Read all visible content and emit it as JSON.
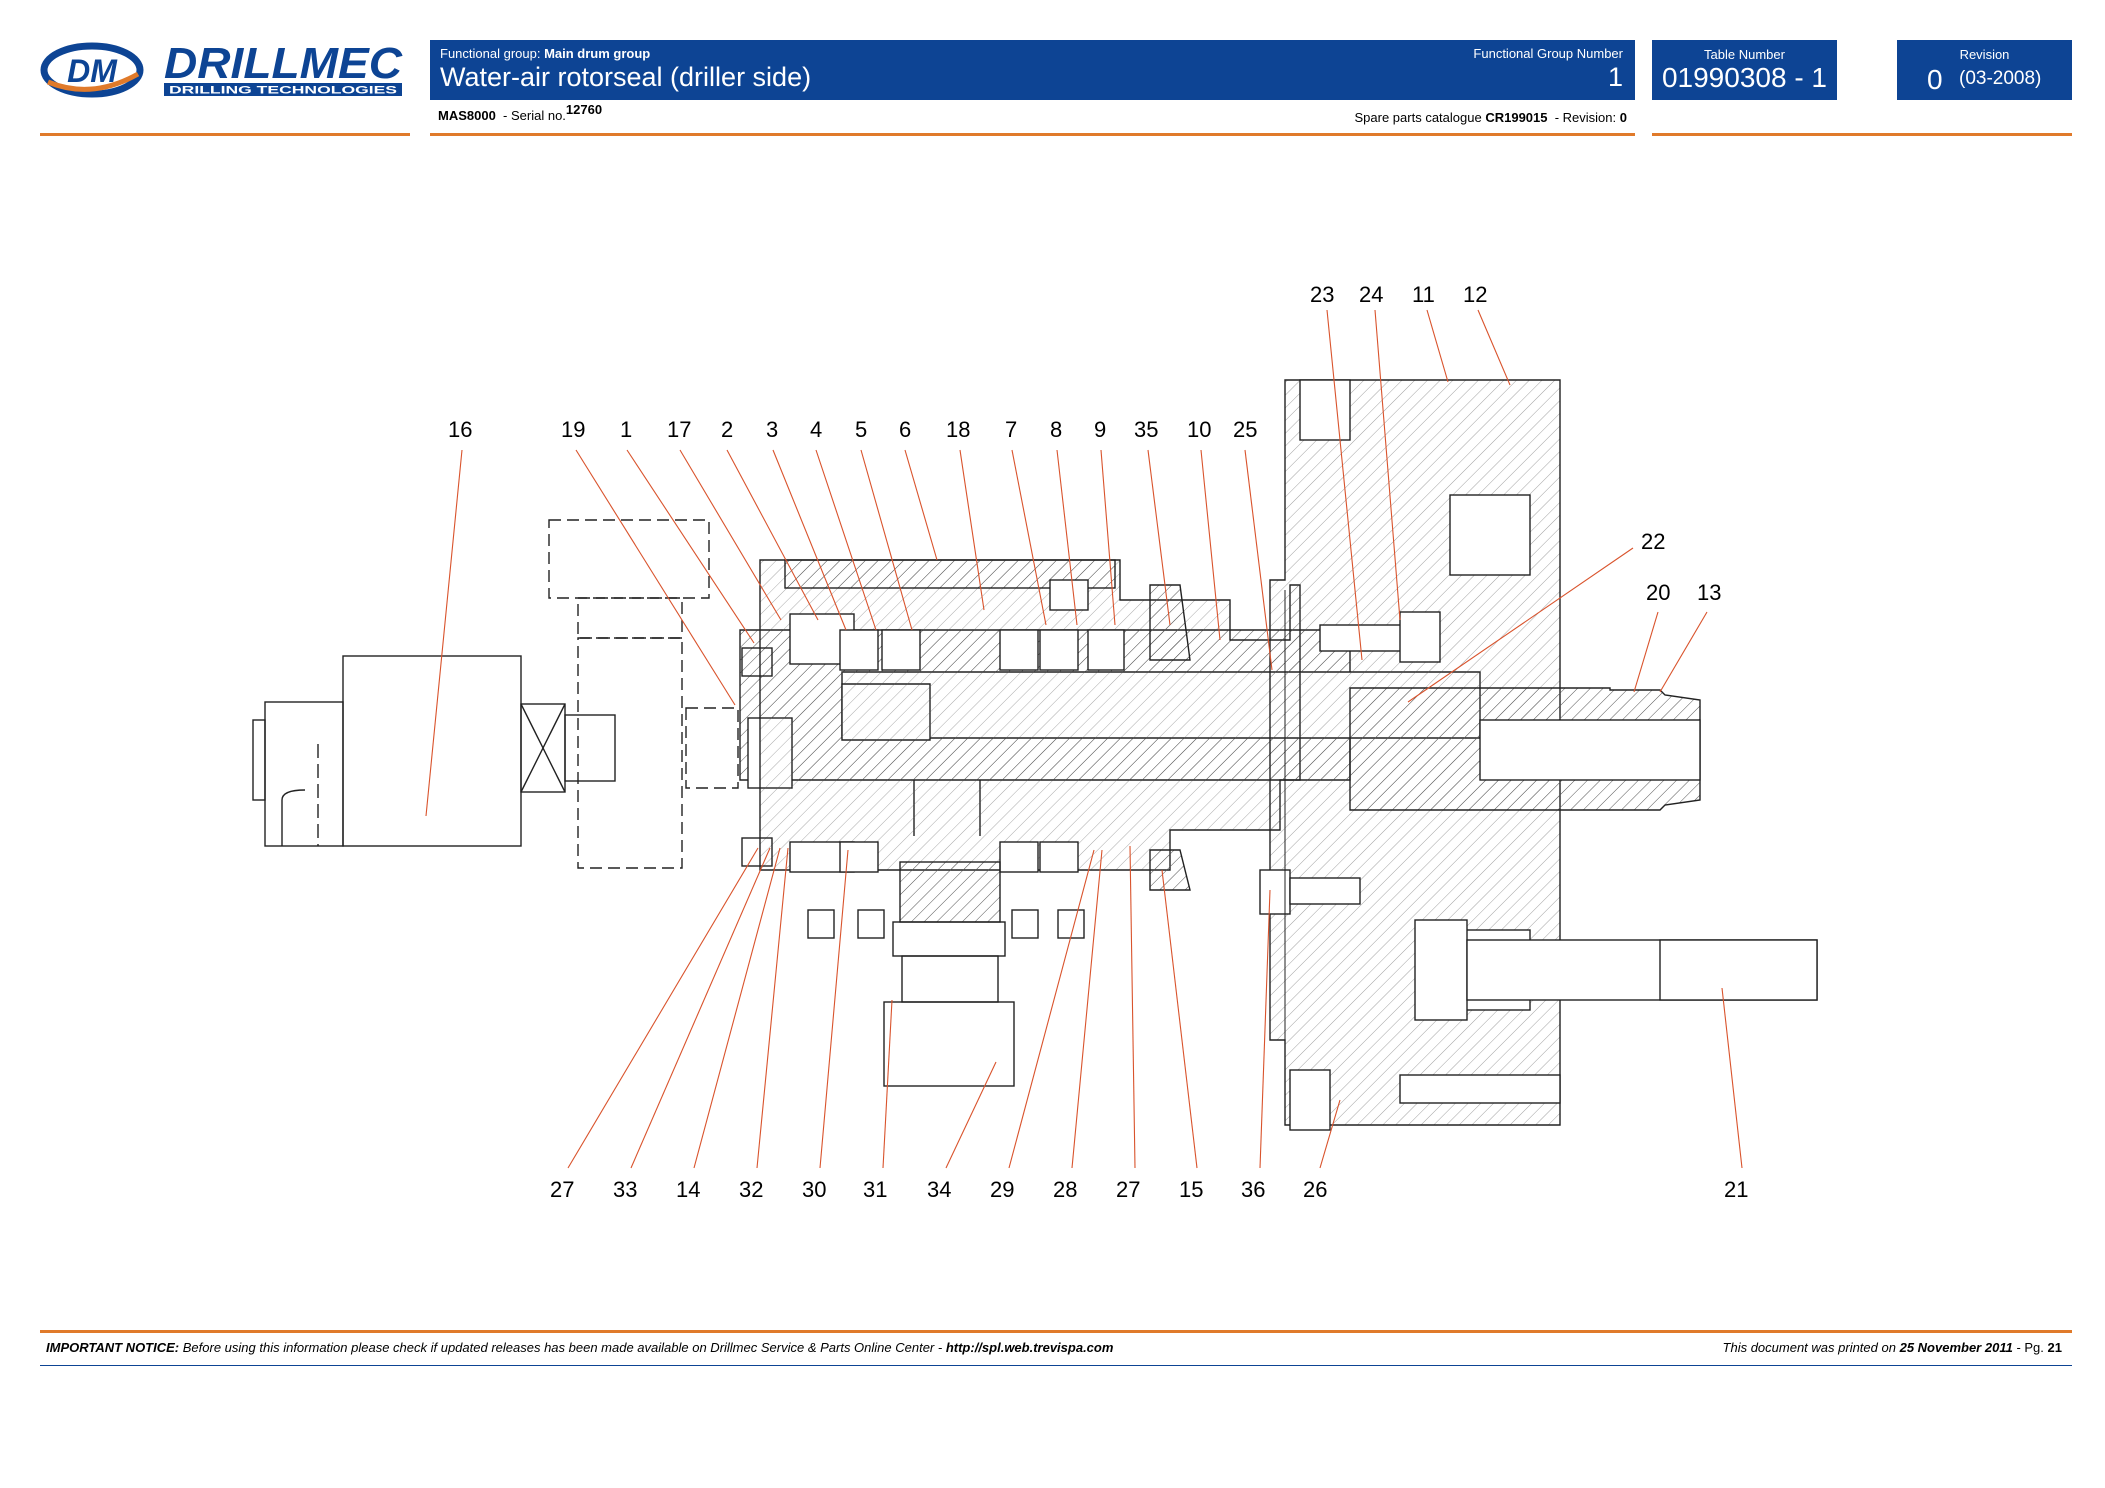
{
  "logo": {
    "brand": "DRILLMEC",
    "tagline": "DRILLING TECHNOLOGIES",
    "monogram": "DM"
  },
  "header": {
    "functional_group_label": "Functional group:",
    "functional_group": "Main drum group",
    "title": "Water-air rotorseal (driller side)",
    "functional_group_number_label": "Functional Group Number",
    "functional_group_number": "1",
    "table_number_label": "Table Number",
    "table_number": "01990308 - 1",
    "revision_label": "Revision",
    "revision": "0",
    "revision_date": "(03-2008)"
  },
  "subheader": {
    "model": "MAS8000",
    "serial_label": "- Serial no.",
    "serial": "12760",
    "catalogue_label": "Spare parts catalogue",
    "catalogue": "CR199015",
    "revision_label": "- Revision:",
    "revision": "0"
  },
  "callouts_top": [
    "16",
    "19",
    "1",
    "17",
    "2",
    "3",
    "4",
    "5",
    "6",
    "18",
    "7",
    "8",
    "9",
    "35",
    "10",
    "25"
  ],
  "callouts_top_right": [
    "23",
    "24",
    "11",
    "12"
  ],
  "callouts_right": [
    "22",
    "20",
    "13"
  ],
  "callouts_bottom": [
    "27",
    "33",
    "14",
    "32",
    "30",
    "31",
    "34",
    "29",
    "28",
    "27",
    "15",
    "36",
    "26",
    "21"
  ],
  "footer": {
    "notice_label": "IMPORTANT NOTICE:",
    "notice_text": "Before using this information please check if updated releases has been made available on Drillmec Service & Parts Online Center -",
    "url": "http://spl.web.trevispa.com",
    "printed_label": "This document was printed on",
    "printed_date": "25 November 2011",
    "page_label": "- Pg.",
    "page": "21"
  },
  "colors": {
    "brand_blue": "#0d4494",
    "accent_orange": "#e07a2a",
    "leader_red": "#d9532c"
  }
}
